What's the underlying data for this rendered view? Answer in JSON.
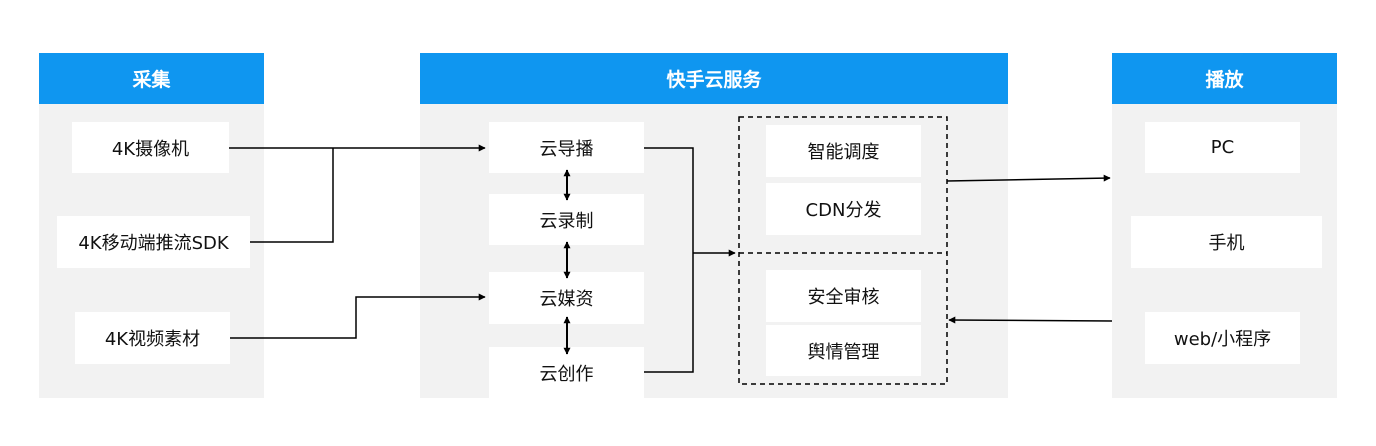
{
  "colors": {
    "header_bg": "#0f96f0",
    "header_text": "#ffffff",
    "panel_bg": "#f2f2f2",
    "box_bg": "#ffffff",
    "line": "#000000"
  },
  "columns": {
    "capture": {
      "title": "采集",
      "items": [
        "4K摄像机",
        "4K移动端推流SDK",
        "4K视频素材"
      ]
    },
    "cloud": {
      "title": "快手云服务",
      "services": [
        "云导播",
        "云录制",
        "云媒资",
        "云创作"
      ],
      "group_upper": [
        "智能调度",
        "CDN分发"
      ],
      "group_lower": [
        "安全审核",
        "舆情管理"
      ]
    },
    "playback": {
      "title": "播放",
      "items": [
        "PC",
        "手机",
        "web/小程序"
      ]
    }
  }
}
